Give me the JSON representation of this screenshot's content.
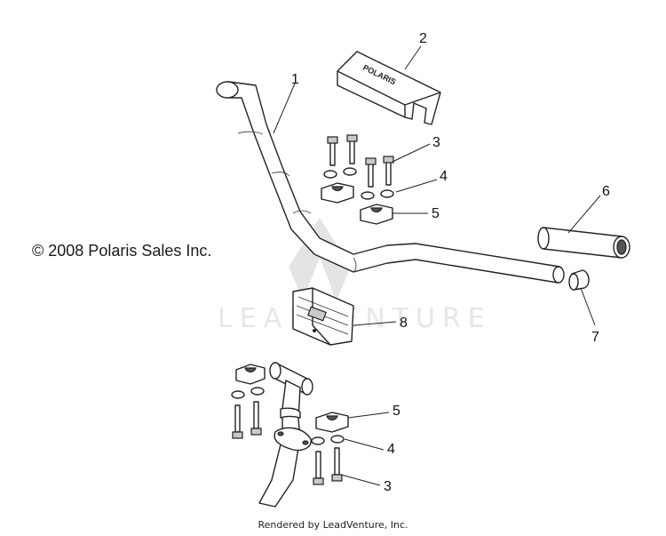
{
  "copyright": "© 2008 Polaris Sales Inc.",
  "footer": "Rendered by LeadVenture, Inc.",
  "watermark": "LEADVENTURE",
  "cover_text": "POLARIS",
  "callouts": {
    "c1": "1",
    "c2": "2",
    "c3a": "3",
    "c4a": "4",
    "c5a": "5",
    "c6": "6",
    "c7": "7",
    "c8": "8",
    "c5b": "5",
    "c4b": "4",
    "c3b": "3"
  }
}
